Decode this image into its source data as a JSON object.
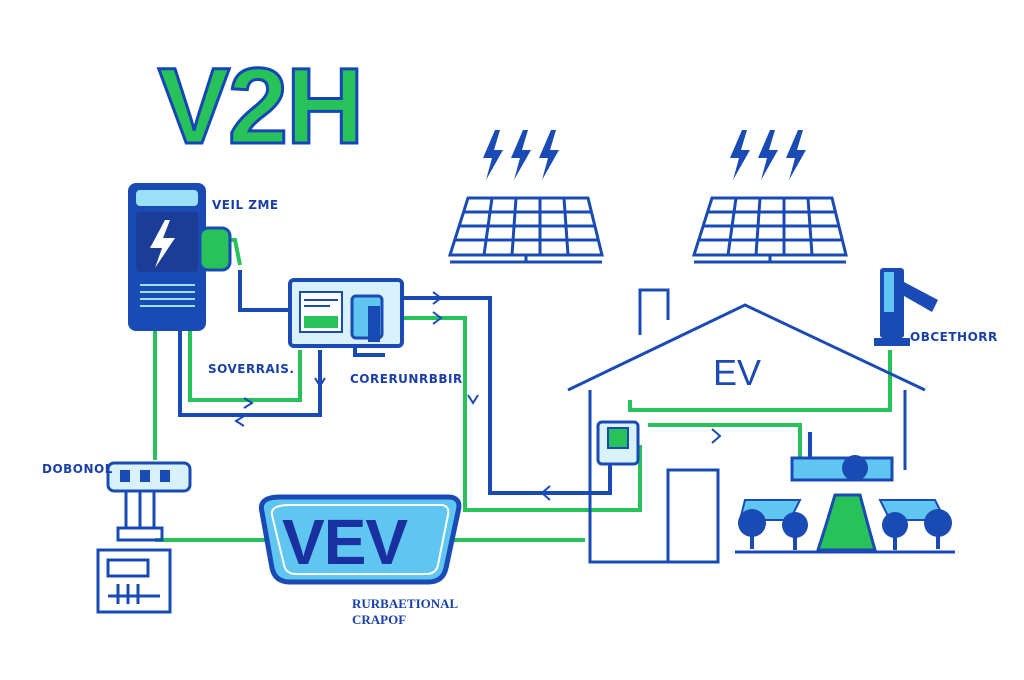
{
  "title": "V2H",
  "labels": {
    "charger": "VEIL ZME",
    "sovereign": "SOVERRAIS.",
    "controller": "CORERUNRBBIR",
    "grid_meter": "DOBONOL",
    "solar_right": "OBCETHORR",
    "house": "EV",
    "vehicle": "VEV",
    "caption_line1": "RURBAETIONAL",
    "caption_line2": "CRAPOF"
  },
  "colors": {
    "blue": "#1a4bb5",
    "dark_blue": "#1a2fa0",
    "green": "#27c25a",
    "light_blue": "#5fc6f2"
  },
  "icons": [
    "lightning-icon",
    "solar-panel-icon",
    "house-icon",
    "tree-icon",
    "meter-icon",
    "charger-icon"
  ]
}
